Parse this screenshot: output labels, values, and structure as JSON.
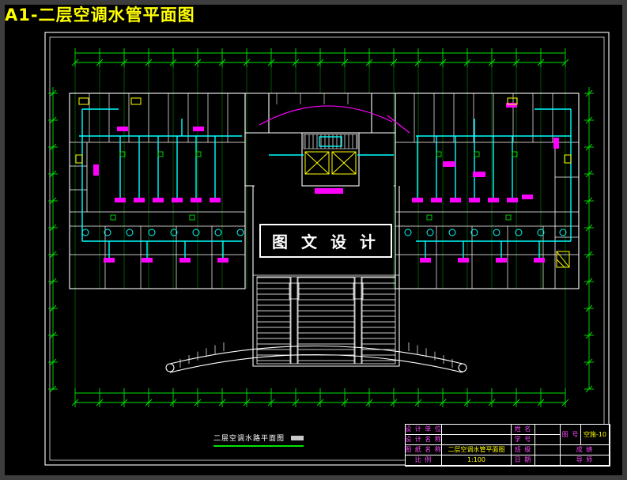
{
  "window": {
    "title": "A1-二层空调水管平面图"
  },
  "colors": {
    "canvas": "#000000",
    "chrome": "#3d3d3d",
    "frame": "#ffffff",
    "grid-green": "#00e400",
    "pipe-cyan": "#00ffff",
    "equip-magenta": "#ff00ff",
    "accent-yellow": "#ffff00",
    "label-magenta": "#ff4cff"
  },
  "drawing": {
    "watermark": "图 文 设 计",
    "caption": "二层空调水路平面图"
  },
  "title_block": {
    "rows": [
      {
        "label": "设 计 单 位",
        "value": "",
        "label2": "姓 名",
        "value2": ""
      },
      {
        "label": "设 计 名 称",
        "value": "",
        "label2": "学 号",
        "value2": ""
      },
      {
        "label": "图 纸 名 称",
        "value": "二层空调水管平面图",
        "label2": "班 级",
        "value2": ""
      },
      {
        "label": "比 例",
        "value": "1:100",
        "label2": "日 期",
        "value2": ""
      }
    ],
    "no_label": "图 号",
    "no_value": "空施-10",
    "grade_label": "成 绩",
    "advisor_label": "导 师"
  }
}
